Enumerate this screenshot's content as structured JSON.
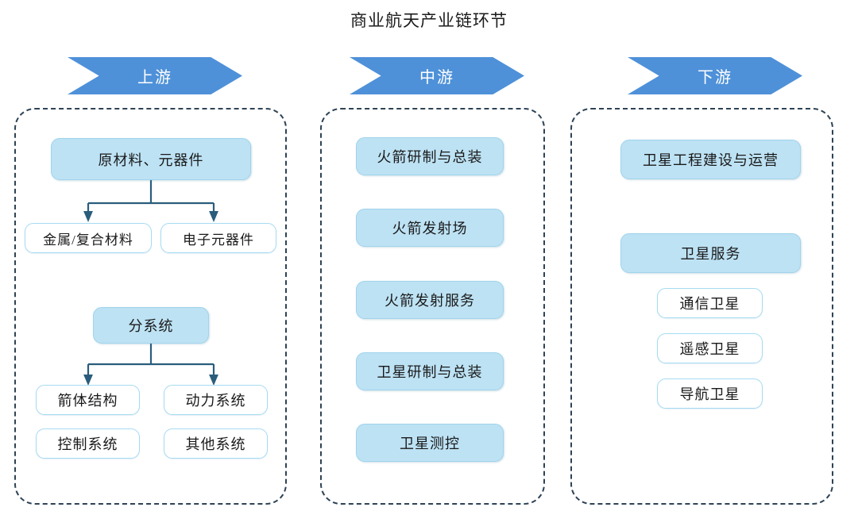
{
  "title": "商业航天产业链环节",
  "colors": {
    "banner_blue": "#4e91d9",
    "node_fill": "#bde2f4",
    "node_fill_border": "#9fd4ec",
    "node_outline_border": "#a5dbf2",
    "connector": "#2a5d7c",
    "container_dash": "#2d4356",
    "banner_text": "#ffffff",
    "node_text": "#1a1a1a"
  },
  "columns": [
    {
      "id": "upstream",
      "banner_label": "上游",
      "nodes": [
        {
          "id": "raw-materials",
          "label": "原材料、元器件",
          "style": "filled"
        },
        {
          "id": "metal-composite",
          "label": "金属/复合材料",
          "style": "outline"
        },
        {
          "id": "electronic-components",
          "label": "电子元器件",
          "style": "outline"
        },
        {
          "id": "subsystem",
          "label": "分系统",
          "style": "filled"
        },
        {
          "id": "rocket-body-structure",
          "label": "箭体结构",
          "style": "outline"
        },
        {
          "id": "propulsion-system",
          "label": "动力系统",
          "style": "outline"
        },
        {
          "id": "control-system",
          "label": "控制系统",
          "style": "outline"
        },
        {
          "id": "other-system",
          "label": "其他系统",
          "style": "outline"
        }
      ]
    },
    {
      "id": "midstream",
      "banner_label": "中游",
      "nodes": [
        {
          "id": "rocket-dev-assembly",
          "label": "火箭研制与总装",
          "style": "filled"
        },
        {
          "id": "rocket-launch-site",
          "label": "火箭发射场",
          "style": "filled"
        },
        {
          "id": "rocket-launch-service",
          "label": "火箭发射服务",
          "style": "filled"
        },
        {
          "id": "satellite-dev-assembly",
          "label": "卫星研制与总装",
          "style": "filled"
        },
        {
          "id": "satellite-tracking-control",
          "label": "卫星测控",
          "style": "filled"
        }
      ]
    },
    {
      "id": "downstream",
      "banner_label": "下游",
      "nodes": [
        {
          "id": "satellite-engineering-ops",
          "label": "卫星工程建设与运营",
          "style": "filled"
        },
        {
          "id": "satellite-service",
          "label": "卫星服务",
          "style": "filled"
        },
        {
          "id": "communication-satellite",
          "label": "通信卫星",
          "style": "outline"
        },
        {
          "id": "remote-sensing-satellite",
          "label": "遥感卫星",
          "style": "outline"
        },
        {
          "id": "navigation-satellite",
          "label": "导航卫星",
          "style": "outline"
        }
      ]
    }
  ],
  "connections": [
    {
      "from": "原材料、元器件",
      "to": "金属/复合材料"
    },
    {
      "from": "原材料、元器件",
      "to": "电子元器件"
    },
    {
      "from": "分系统",
      "to": "箭体结构"
    },
    {
      "from": "分系统",
      "to": "动力系统"
    }
  ]
}
